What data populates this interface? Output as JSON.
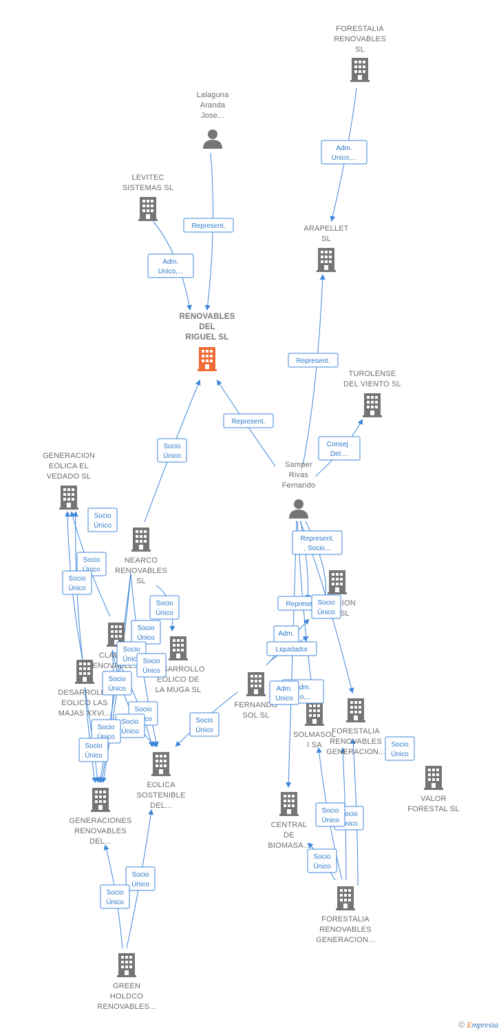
{
  "colors": {
    "edge": "#3d86d9",
    "node": "#757575",
    "highlight": "#f06a35"
  },
  "nodes": [
    {
      "id": "forestalia_sl",
      "label": [
        "FORESTALIA",
        "RENOVABLES",
        "SL"
      ],
      "icon": "building-icon"
    },
    {
      "id": "lalaguna",
      "label": [
        "Lalaguna",
        "Aranda",
        "Jose..."
      ],
      "icon": "person-icon"
    },
    {
      "id": "levitec",
      "label": [
        "LEVITEC",
        "SISTEMAS  SL"
      ],
      "icon": "building-icon"
    },
    {
      "id": "arapellet",
      "label": [
        "ARAPELLET",
        "SL"
      ],
      "icon": "building-icon"
    },
    {
      "id": "riguel",
      "label": [
        "RENOVABLES",
        "DEL",
        "RIGUEL  SL"
      ],
      "icon": "building-icon",
      "main": true
    },
    {
      "id": "turolense",
      "label": [
        "TUROLENSE",
        "DEL VIENTO SL"
      ],
      "icon": "building-icon"
    },
    {
      "id": "gen_vedado",
      "label": [
        "GENERACION",
        "EOLICA EL",
        "VEDADO SL"
      ],
      "icon": "building-icon"
    },
    {
      "id": "samper",
      "label": [
        "Samper",
        "Rivas",
        "Fernando"
      ],
      "icon": "person-icon"
    },
    {
      "id": "nearco",
      "label": [
        "NEARCO",
        "RENOVABLES",
        "SL"
      ],
      "icon": "building-icon"
    },
    {
      "id": "gen_eolico_sl",
      "label": [
        "...RACION",
        "...O  SL"
      ],
      "icon": "building-icon"
    },
    {
      "id": "claris",
      "label": [
        "CLARIS...",
        "RENOVABLES..."
      ],
      "icon": "building-icon"
    },
    {
      "id": "muga",
      "label": [
        "DESARROLLO",
        "EOLICO DE",
        "LA MUGA SL"
      ],
      "icon": "building-icon"
    },
    {
      "id": "majas",
      "label": [
        "DESARROLLO",
        "EOLICO LAS",
        "MAJAS XXVI..."
      ],
      "icon": "building-icon"
    },
    {
      "id": "fernando_sol",
      "label": [
        "FERNANDO",
        "SOL SL"
      ],
      "icon": "building-icon"
    },
    {
      "id": "solmaso",
      "label": [
        "SOLMASOL",
        "I SA"
      ],
      "icon": "building-icon"
    },
    {
      "id": "forestalia_gen1",
      "label": [
        "FORESTALIA",
        "RENOVABLES",
        "GENERACION..."
      ],
      "icon": "building-icon"
    },
    {
      "id": "eolica_sost",
      "label": [
        "EOLICA",
        "SOSTENIBLE",
        "DEL..."
      ],
      "icon": "building-icon"
    },
    {
      "id": "valor_forestal",
      "label": [
        "VALOR",
        "FORESTAL SL"
      ],
      "icon": "building-icon"
    },
    {
      "id": "gen_renov",
      "label": [
        "GENERACIONES",
        "RENOVABLES",
        "DEL..."
      ],
      "icon": "building-icon"
    },
    {
      "id": "central_bio",
      "label": [
        "CENTRAL",
        "DE",
        "BIOMASA..."
      ],
      "icon": "building-icon"
    },
    {
      "id": "forestalia_gen2",
      "label": [
        "FORESTALIA",
        "RENOVABLES",
        "GENERACION..."
      ],
      "icon": "building-icon"
    },
    {
      "id": "green_holdco",
      "label": [
        "GREEN",
        "HOLDCO",
        "RENOVABLES..."
      ],
      "icon": "building-icon"
    }
  ],
  "edge_labels": [
    [
      "Adm.",
      "Unico,..."
    ],
    [
      "Represent."
    ],
    [
      "Adm.",
      "Unico,..."
    ],
    [
      "Represent."
    ],
    [
      "Represent."
    ],
    [
      "Consej .",
      "Del...."
    ],
    [
      "Socio",
      "Único"
    ],
    [
      "Socio",
      "Único"
    ],
    [
      "Socio",
      "Único"
    ],
    [
      "Socio",
      "Único"
    ],
    [
      "Socio",
      "Único"
    ],
    [
      "Represent.",
      ", Socio..."
    ],
    [
      "Represent."
    ],
    [
      "Socio",
      "Único"
    ],
    [
      "Adm.",
      "..."
    ],
    [
      "Liquidador"
    ],
    [
      "Adm.",
      "...o,..."
    ],
    [
      "Adm.",
      "Unico"
    ],
    [
      "Socio",
      "Único"
    ],
    [
      "Socio",
      "Único"
    ],
    [
      "Socio",
      "Único"
    ],
    [
      "Socio",
      "Único"
    ],
    [
      "Socio",
      "Único"
    ],
    [
      "Socio",
      "Único"
    ],
    [
      "Socio",
      "Único"
    ],
    [
      "Socio",
      "Único"
    ],
    [
      "Socio",
      "Único"
    ],
    [
      "Socio",
      "Único"
    ],
    [
      "Socio",
      "Único"
    ],
    [
      "Socio",
      "Único"
    ],
    [
      "Socio",
      "Único"
    ],
    [
      "Socio",
      "Único"
    ],
    [
      "Socio",
      "Único"
    ],
    [
      "Socio",
      "Único"
    ]
  ],
  "footer": {
    "copyright": "©",
    "brand_first": "E",
    "brand_rest": "mpresia"
  }
}
